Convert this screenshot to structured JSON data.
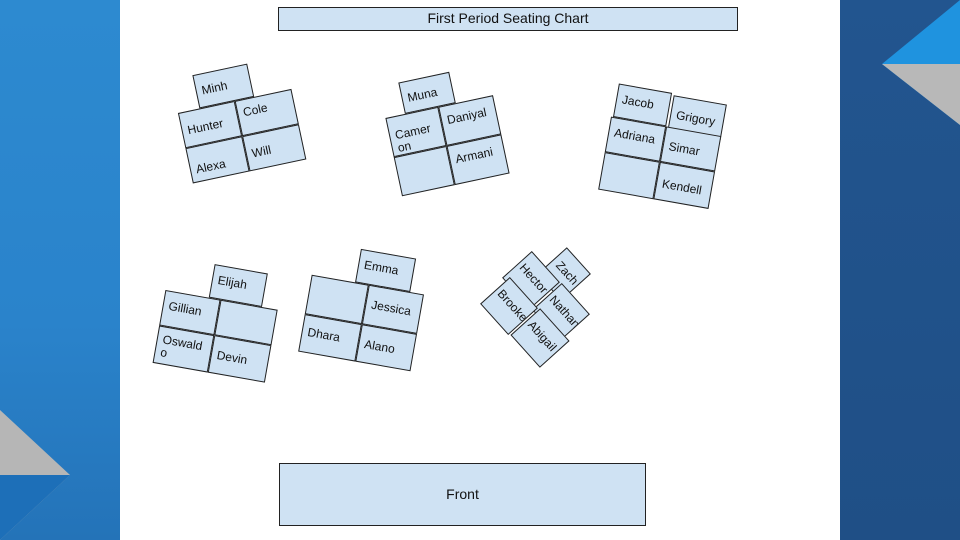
{
  "title": "First Period Seating Chart",
  "front_label": "Front",
  "colors": {
    "desk_fill": "#cfe2f3",
    "desk_border": "#222222",
    "left_panel": "#2a83cb",
    "right_panel": "#22558f"
  },
  "groups": [
    {
      "top": "Minh",
      "seats": [
        "Hunter",
        "Cole",
        "Alexa",
        "Will"
      ]
    },
    {
      "top": "Muna",
      "seats": [
        "Camer\non",
        "Daniyal",
        "",
        "Armani"
      ]
    },
    {
      "seats": [
        "Jacob",
        "Grigory",
        "Adriana",
        "Simar",
        "",
        "Kendell"
      ]
    },
    {
      "top": "Elijah",
      "seats": [
        "Gillian",
        "",
        "Oswald\no",
        "Devin"
      ]
    },
    {
      "top": "Emma",
      "seats": [
        "",
        "Jessica",
        "Dhara",
        "Alano"
      ]
    },
    {
      "seats": [
        "Zach",
        "Hector",
        "Nathan",
        "Brooke",
        "Abigail"
      ]
    }
  ]
}
